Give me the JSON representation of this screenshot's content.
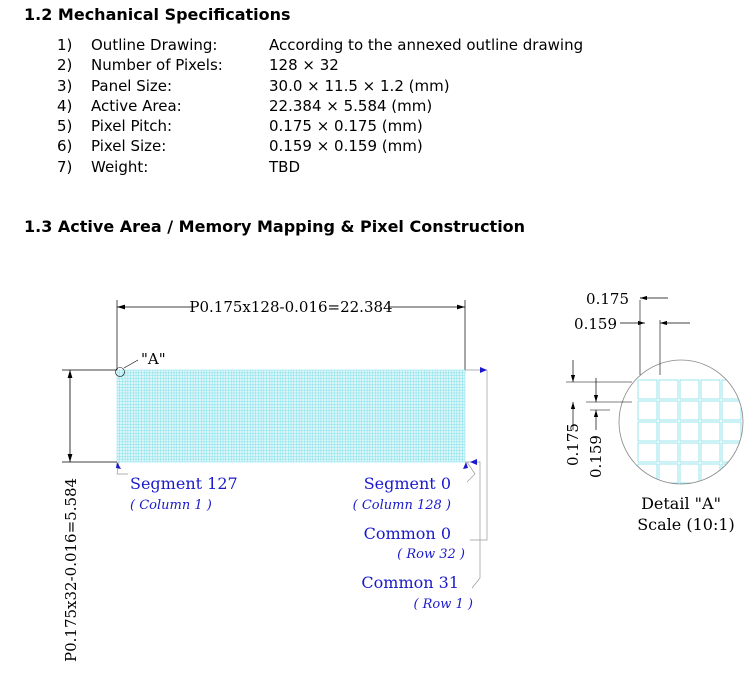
{
  "section_1_2": {
    "heading": "1.2 Mechanical Specifications",
    "items": [
      {
        "num": "1)",
        "label": "Outline Drawing:",
        "value": "According to the annexed outline drawing"
      },
      {
        "num": "2)",
        "label": "Number of Pixels:",
        "value": "128 × 32"
      },
      {
        "num": "3)",
        "label": "Panel Size:",
        "value": "30.0 × 11.5 × 1.2 (mm)"
      },
      {
        "num": "4)",
        "label": "Active Area:",
        "value": "22.384 × 5.584 (mm)"
      },
      {
        "num": "5)",
        "label": "Pixel Pitch:",
        "value": "0.175 × 0.175 (mm)"
      },
      {
        "num": "6)",
        "label": "Pixel Size:",
        "value": "0.159 × 0.159 (mm)"
      },
      {
        "num": "7)",
        "label": "Weight:",
        "value": "TBD"
      }
    ]
  },
  "section_1_3": {
    "heading": "1.3 Active Area / Memory Mapping & Pixel Construction"
  },
  "diagram": {
    "width_dim": "P0.175x128-0.016=22.384",
    "height_dim": "P0.175x32-0.016=5.584",
    "marker_a": "\"A\"",
    "seg_left": "Segment 127",
    "seg_left_sub": "( Column 1 )",
    "seg_right": "Segment 0",
    "seg_right_sub": "( Column 128 )",
    "com0": "Common 0",
    "com0_sub": "( Row 32 )",
    "com31": "Common 31",
    "com31_sub": "( Row 1 )",
    "columns": 128,
    "rows": 32,
    "grid_color": "#7fe0ea",
    "label_color": "#1a1acc"
  },
  "detail": {
    "pitch_top": "0.175",
    "size_top": "0.159",
    "pitch_side": "0.175",
    "size_side": "0.159",
    "title": "Detail \"A\"",
    "scale": "Scale (10:1)"
  }
}
